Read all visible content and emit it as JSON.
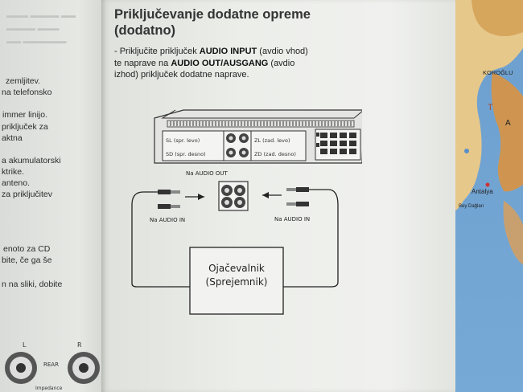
{
  "document": {
    "heading_line1": "Priključevanje dodatne opreme",
    "heading_line2": "(dodatno)",
    "instruction_prefix": "- Priključite priključek ",
    "instruction_bold1": "AUDIO INPUT",
    "instruction_mid1": " (avdio vhod)",
    "instruction_line2_prefix": "te naprave na ",
    "instruction_bold2": "AUDIO OUT/AUSGANG",
    "instruction_mid2": " (avdio",
    "instruction_line3": "izhod) priključek dodatne naprave."
  },
  "diagram": {
    "sl_label": "SL (spr. levo)",
    "sd_label": "SD (spr. desno)",
    "zl_label": "ZL (zad. levo)",
    "zd_label": "ZD (zad. desno)",
    "audio_out_label": "Na AUDIO OUT",
    "audio_in_left_label": "Na AUDIO IN",
    "audio_in_right_label": "Na AUDIO IN",
    "amplifier_line1": "Ojačevalnik",
    "amplifier_line2": "(Sprejemnik)"
  },
  "left_page": {
    "lines": [
      "zemljitev.",
      "na telefonsko",
      "immer linijo.",
      "priključek za",
      "aktna",
      "a akumulatorski",
      "ktrike.",
      "anteno.",
      "za priključitev",
      "enoto za CD",
      "bite, če ga še",
      "n na sliki, dobite"
    ],
    "jack_l": "L",
    "jack_r": "R",
    "rear_label": "REAR",
    "impedance_label": "Impedance"
  },
  "map": {
    "labels": [
      "KOROĞLU",
      "Antalya",
      "Bey Dağları",
      "A",
      "T"
    ]
  }
}
